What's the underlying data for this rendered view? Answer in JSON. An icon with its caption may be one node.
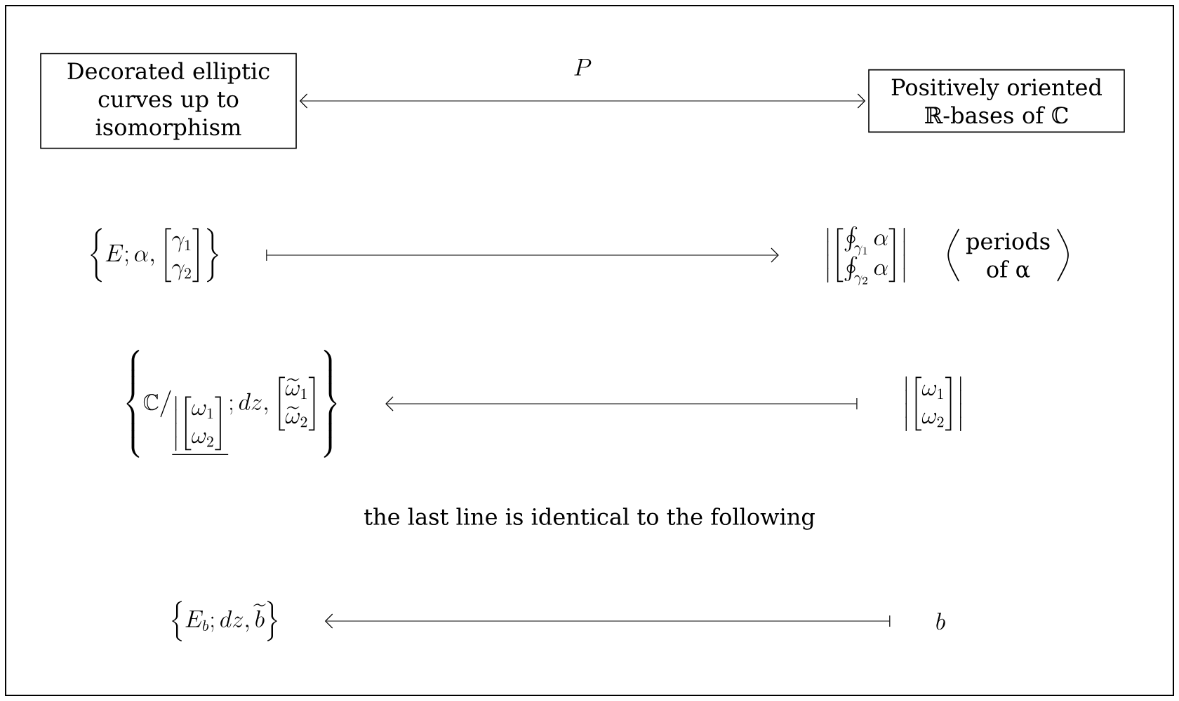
{
  "diagram": {
    "nodes": [
      {
        "text": [
          "Decorated elliptic curves up to isomorphism"
        ]
      },
      {
        "text": [
          "Positively oriented ℝ-bases of ℂ"
        ]
      },
      {
        "text": [
          "\\left\\{E;\\alpha,\\begin{bmatrix}\\gamma_1\\\\\\gamma_2\\end{bmatrix}\\right\\}"
        ]
      },
      {
        "text": [
          "\\left|\\begin{bmatrix}\\oint_{\\gamma_1}\\alpha\\\\\\oint_{\\gamma_2}\\alpha\\end{bmatrix}\\right|"
        ],
        "beside": [
          "periods of α"
        ]
      },
      {
        "text": [
          "\\left\\{\\mathbb{C}\\big/\\lower14pt\\hbox{$\\underline{\\left|\\begin{bmatrix}\\omega_1\\\\\\omega_2\\end{bmatrix}\\right.}$};dz,\\begin{bmatrix}\\widetilde{\\omega}_1\\\\\\widetilde{\\omega}_2\\end{bmatrix}\\right\\}"
        ]
      },
      {
        "text": [
          "\\left|\\begin{bmatrix}\\omega_1\\\\\\omega_2\\end{bmatrix}\\right|"
        ]
      },
      {
        "text": [
          "\\left\\{E_b;dz,\\widetilde{b}\\right\\}"
        ]
      },
      {
        "text": [
          "b"
        ]
      }
    ],
    "edges": [
      {
        "from": 0,
        "to": 1,
        "arrow": "both",
        "label": "P"
      },
      {
        "from": 2,
        "to": 3,
        "arrow": "to"
      },
      {
        "from": 5,
        "to": 4,
        "arrow": "to"
      },
      {
        "from": 7,
        "to": 6,
        "arrow": "to"
      }
    ],
    "labels": [
      "the last line is identical to the following"
    ]
  }
}
